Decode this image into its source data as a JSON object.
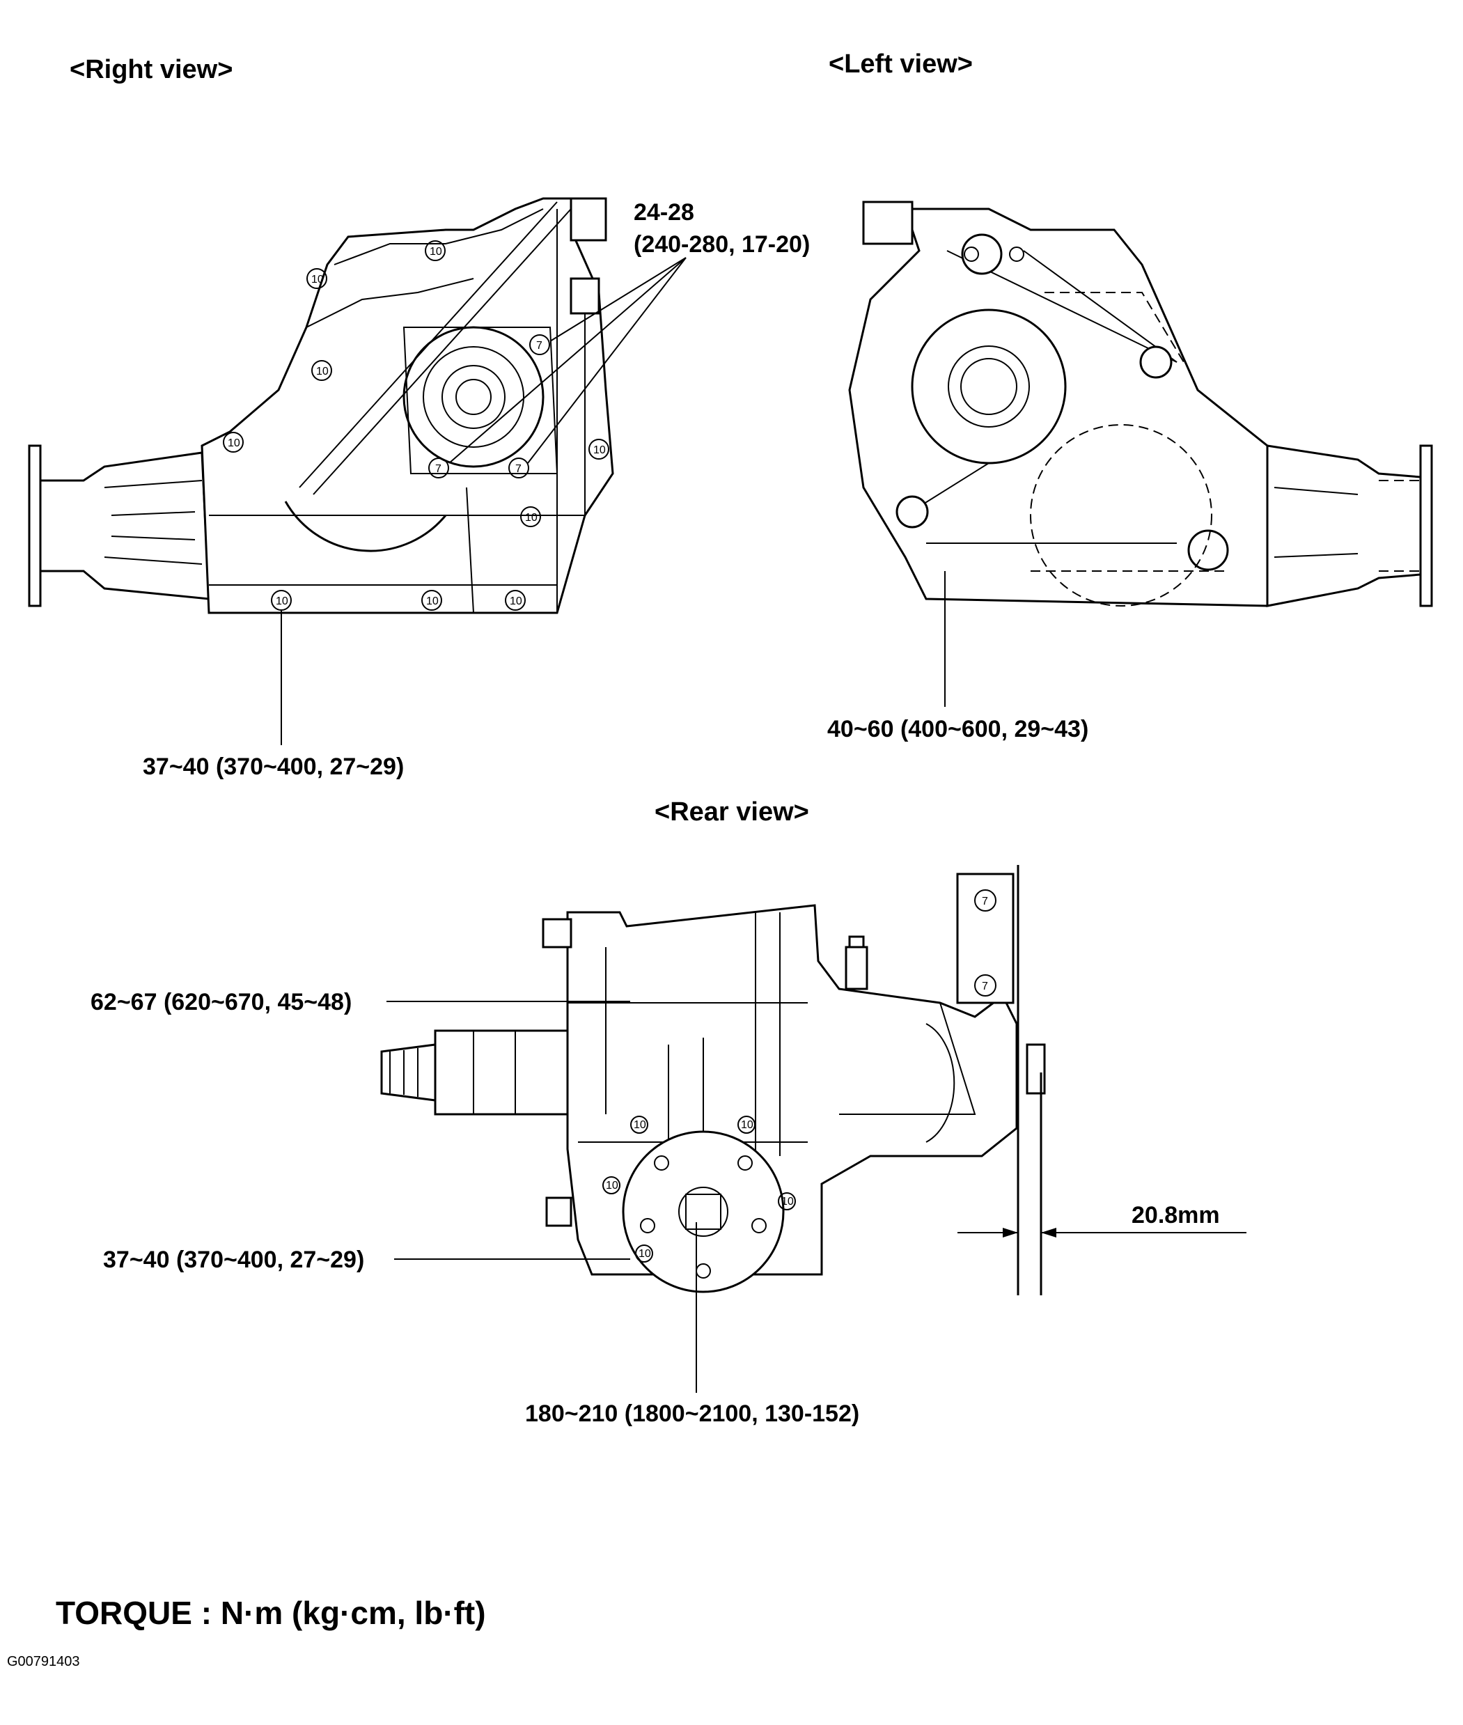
{
  "views": {
    "right": {
      "title": "<Right view>"
    },
    "left": {
      "title": "<Left view>"
    },
    "rear": {
      "title": "<Rear view>"
    }
  },
  "torque_specs": {
    "right_flange_line1": "24-28",
    "right_flange_line2": "(240-280, 17-20)",
    "right_lower": "37~40 (370~400, 27~29)",
    "left_lower": "40~60 (400~600, 29~43)",
    "rear_upper": "62~67 (620~670, 45~48)",
    "rear_lower": "37~40 (370~400, 27~29)",
    "rear_center": "180~210 (1800~2100, 130-152)"
  },
  "dimension": {
    "gap": "20.8mm"
  },
  "bolt_marks": {
    "ten": "10",
    "seven": "7"
  },
  "unit_note": "TORQUE : N·m (kg·cm, lb·ft)",
  "figure_id": "G00791403"
}
